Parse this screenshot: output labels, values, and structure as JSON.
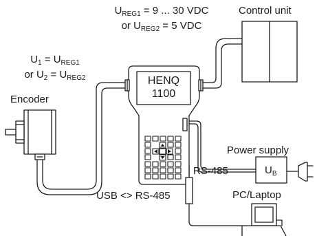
{
  "labels": {
    "supply_line1": {
      "pre": "U",
      "sub": "REG1",
      "post": " = 9 ... 30 VDC"
    },
    "supply_line2": {
      "pre": "or U",
      "sub": "REG2",
      "post": " = 5 VDC"
    },
    "control_unit": "Control unit",
    "encoder_line1": {
      "a": "U",
      "a_sub": "1",
      "b": " = U",
      "b_sub": "REG1"
    },
    "encoder_line2": {
      "a": "or U",
      "a_sub": "2",
      "b": " = U",
      "b_sub": "REG2"
    },
    "encoder": "Encoder",
    "device_line1": "HENQ",
    "device_line2": "1100",
    "power_supply": "Power supply",
    "ub": {
      "pre": "U",
      "sub": "B"
    },
    "rs485": "RS-485",
    "usb_rs485": "USB <> RS-485",
    "pc_laptop": "PC/Laptop"
  },
  "keypad_arrows": [
    "△",
    "◁",
    "▷",
    "▽"
  ]
}
